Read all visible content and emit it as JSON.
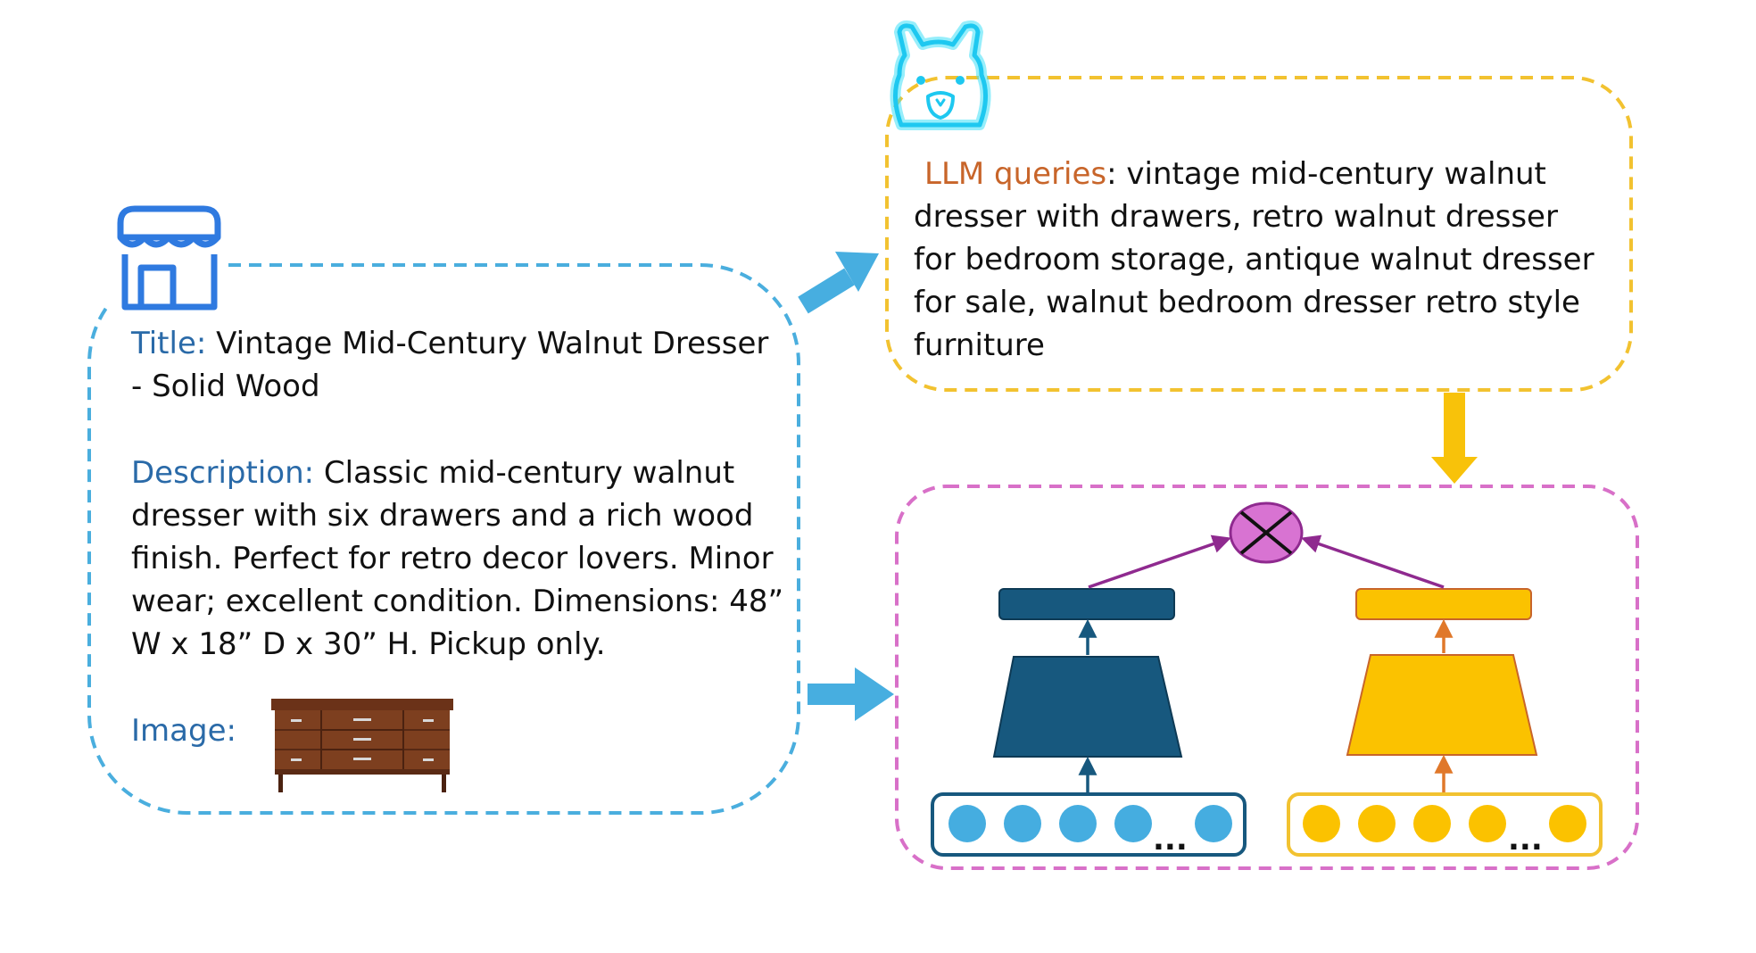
{
  "listing": {
    "title_label": "Title:",
    "title_text": " Vintage Mid-Century Walnut Dresser",
    "title_text_2": "- Solid Wood",
    "description_label": "Description:",
    "description_lines": [
      " Classic mid-century walnut",
      "dresser with six drawers and a rich wood",
      "finish. Perfect for retro decor lovers. Minor",
      "wear; excellent condition. Dimensions: 48”",
      "W x 18” D x 30” H. Pickup only."
    ],
    "image_label": "Image:"
  },
  "llm": {
    "queries_label": "LLM queries",
    "queries_lines": [
      ": vintage mid-century walnut",
      "dresser with drawers, retro walnut dresser",
      "for bedroom storage, antique walnut dresser",
      "for sale, walnut bedroom dresser retro style",
      "furniture"
    ]
  },
  "model": {
    "ellipsis_left": "...",
    "ellipsis_right": "..."
  },
  "colors": {
    "listing_box": "#4aaede",
    "llm_box": "#f2c230",
    "model_box": "#d870c8",
    "arrow_blue": "#47aee0",
    "arrow_gold": "#f8c20a",
    "tower_dark": "#17587e",
    "tower_gold": "#fbc200",
    "token_blue": "#45ade0",
    "token_gold": "#fbc200",
    "op_fill": "#d873d2",
    "op_stroke": "#8f2a8f",
    "label_blue": "#2a6aa8",
    "label_orange": "#c8652a"
  },
  "icons": {
    "shop": "storefront-icon",
    "llama": "llama-icon",
    "product": "dresser-photo",
    "operator": "multiply-operator-icon"
  }
}
